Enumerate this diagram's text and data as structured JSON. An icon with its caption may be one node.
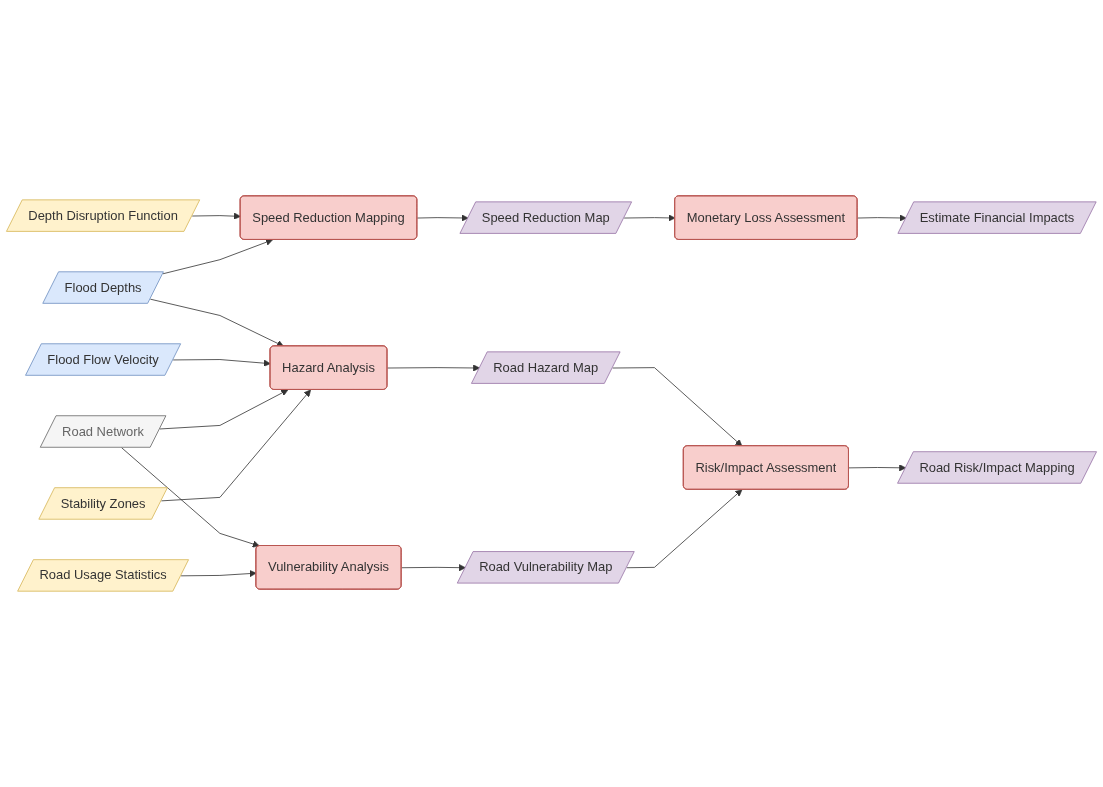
{
  "diagram": {
    "nodes": [
      {
        "text": [
          "Depth Disruption Function"
        ]
      },
      {
        "text": [
          "Flood Depths"
        ]
      },
      {
        "text": [
          "Speed Reduction Mapping"
        ]
      },
      {
        "text": [
          "Speed Reduction Map"
        ]
      },
      {
        "text": [
          "Monetary Loss Assessment"
        ]
      },
      {
        "text": [
          "Estimate Financial Impacts"
        ]
      },
      {
        "text": [
          "Flood Flow Velocity"
        ]
      },
      {
        "text": [
          "Hazard Analysis"
        ]
      },
      {
        "text": [
          "Road Hazard Map"
        ]
      },
      {
        "text": [
          "Road Network"
        ]
      },
      {
        "text": [
          "Stability Zones"
        ]
      },
      {
        "text": [
          "Risk/Impact Assessment"
        ]
      },
      {
        "text": [
          "Road Risk/Impact Mapping"
        ]
      },
      {
        "text": [
          "Vulnerability Analysis"
        ]
      },
      {
        "text": [
          "Road Vulnerability Map"
        ]
      },
      {
        "text": [
          "Road Usage Statistics"
        ]
      }
    ],
    "edges": [
      {
        "from": 0,
        "to": 2,
        "arrow": "to"
      },
      {
        "from": 1,
        "to": 2,
        "arrow": "to"
      },
      {
        "from": 1,
        "to": 7,
        "arrow": "to"
      },
      {
        "from": 2,
        "to": 3,
        "arrow": "to"
      },
      {
        "from": 3,
        "to": 4,
        "arrow": "to"
      },
      {
        "from": 4,
        "to": 5,
        "arrow": "to"
      },
      {
        "from": 6,
        "to": 7,
        "arrow": "to"
      },
      {
        "from": 9,
        "to": 7,
        "arrow": "to"
      },
      {
        "from": 7,
        "to": 8,
        "arrow": "to"
      },
      {
        "from": 10,
        "to": 7,
        "arrow": "to"
      },
      {
        "from": 8,
        "to": 11,
        "arrow": "to"
      },
      {
        "from": 11,
        "to": 12,
        "arrow": "to"
      },
      {
        "from": 9,
        "to": 13,
        "arrow": "to"
      },
      {
        "from": 15,
        "to": 13,
        "arrow": "to"
      },
      {
        "from": 13,
        "to": 14,
        "arrow": "to"
      },
      {
        "from": 14,
        "to": 11,
        "arrow": "to"
      }
    ]
  }
}
